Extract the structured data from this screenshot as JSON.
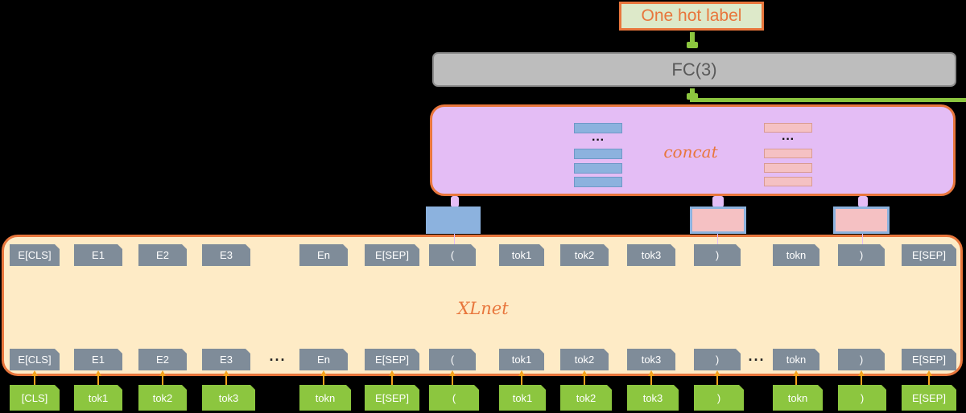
{
  "output_label": "One hot label",
  "fc_label": "FC(3)",
  "concat_label": "concat",
  "model_label": "XLnet",
  "ellipsis": "···",
  "top_embeddings": [
    "E[CLS]",
    "E1",
    "E2",
    "E3",
    "En",
    "E[SEP]",
    "(",
    "tok1",
    "tok2",
    "tok3",
    ")",
    "tokn",
    ")",
    "E[SEP]"
  ],
  "bottom_embeddings": [
    "E[CLS]",
    "E1",
    "E2",
    "E3",
    "En",
    "E[SEP]",
    "(",
    "tok1",
    "tok2",
    "tok3",
    ")",
    "tokn",
    ")",
    "E[SEP]"
  ],
  "input_tokens": [
    "[CLS]",
    "tok1",
    "tok2",
    "tok3",
    "tokn",
    "E[SEP]",
    "(",
    "tok1",
    "tok2",
    "tok3",
    ")",
    "tokn",
    ")",
    "E[SEP]"
  ],
  "colors": {
    "background": "#000000",
    "accent_border": "#e8763c",
    "label_fill": "#dde9c9",
    "fc_fill": "#bdbdbd",
    "concat_fill": "#e4bdf5",
    "model_fill": "#feebc6",
    "embedding_fill": "#7f8c99",
    "token_fill": "#8cc63f",
    "vector_blue": "#8cb2de",
    "vector_pink": "#f5c1c3",
    "arrow": "#f6a31d"
  }
}
